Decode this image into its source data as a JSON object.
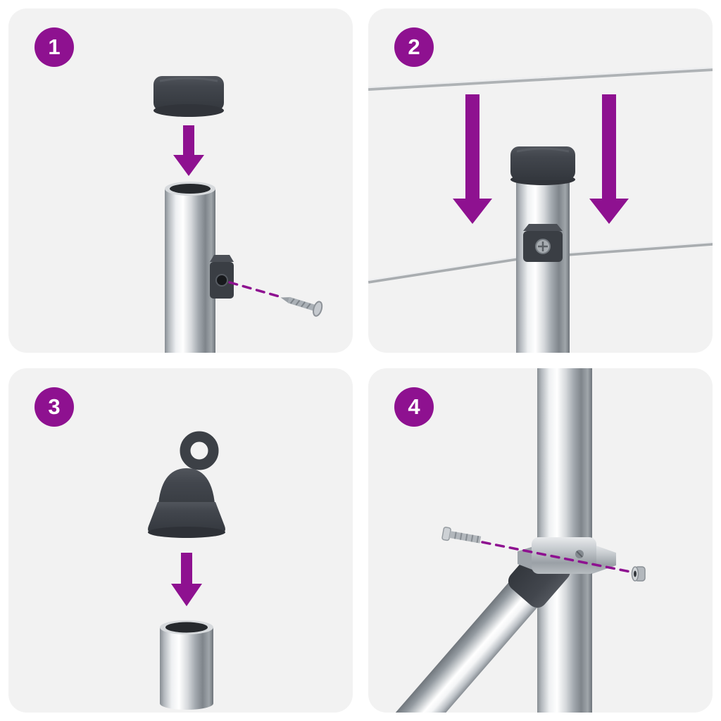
{
  "meta": {
    "accent_color": "#8e1190",
    "panel_background": "#f2f2f2",
    "page_background": "#ffffff",
    "cap_color": "#3c4046",
    "metal_base_color": "#b9bec3"
  },
  "steps": [
    {
      "number": "1",
      "name": "push-cap-onto-post-and-mark-screw-hole",
      "icons": [
        "post-cap",
        "down-arrow-icon",
        "steel-post",
        "wire-clip-bracket",
        "screw-icon",
        "dashed-guide-line"
      ]
    },
    {
      "number": "2",
      "name": "lower-tension-wire-into-clip",
      "icons": [
        "tension-wire",
        "down-arrow-icon",
        "down-arrow-icon",
        "capped-steel-post",
        "wire-clip-bracket-with-screw"
      ]
    },
    {
      "number": "3",
      "name": "fit-eyelet-cap-onto-tube",
      "icons": [
        "eyelet-cap",
        "down-arrow-icon",
        "steel-tube"
      ]
    },
    {
      "number": "4",
      "name": "bolt-brace-clamp-to-post",
      "icons": [
        "steel-post",
        "diagonal-brace",
        "brace-clamp",
        "bolt-icon",
        "nut-icon",
        "dashed-guide-line"
      ]
    }
  ]
}
